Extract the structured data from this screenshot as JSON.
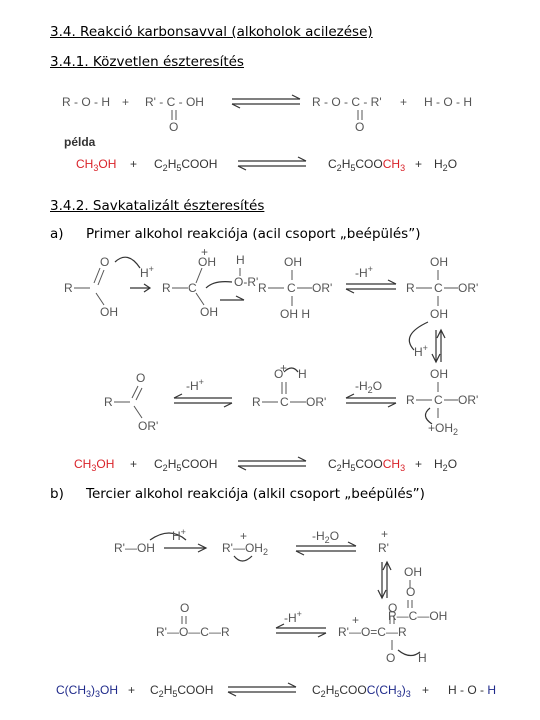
{
  "headings": {
    "h1": "3.4. Reakció karbonsavval (alkoholok acilezése)",
    "h2": "3.4.1. Közvetlen észteresítés",
    "h3": "3.4.2. Savkatalizált észteresítés",
    "a_label": "a)",
    "a_text": "Primer alkohol reakciója (acil csoport „beépülés”)",
    "b_label": "b)",
    "b_text": "Tercier alkohol reakciója (alkil csoport „beépülés”)"
  },
  "direct": {
    "r1": "R - O - H",
    "plus1": "+",
    "r2": "R' - C - OH",
    "r2_o": "O",
    "p1": "R - O - C - R'",
    "p1_o": "O",
    "plus2": "+",
    "p2": "H - O - H",
    "example_label": "példa"
  },
  "example_eq": {
    "a": "CH3OH",
    "plus": "+",
    "b": "C2H5COOH",
    "c": "C2H5COOCH3",
    "plus2": "+",
    "d": "H2O"
  },
  "mech_a": {
    "o1": "O",
    "oh1": "OH",
    "r": "R",
    "c": "C",
    "h_plus": "H",
    "plus_sign": "+",
    "h_label": "H",
    "or_prime": "OR'",
    "minus_h_plus": "-H+",
    "oh": "OH",
    "h_minus": "H",
    "minus_h2o": "-H2O",
    "oh2": "OH2"
  },
  "tert": {
    "r_oh": "R'—OH",
    "h_plus": "H+",
    "r_oh2": "R'—OH2",
    "minus_h2o": "-H2O",
    "r_plus": "R'",
    "plus": "+",
    "minus_h_plus": "-H+",
    "o": "O",
    "c": "C",
    "r": "R",
    "oh": "OH",
    "h": "H"
  },
  "tert_eq": {
    "a": "C(CH3)3OH",
    "plus": "+",
    "b": "C2H5COOH",
    "c": "C2H5COOC(CH3)3",
    "plus2": "+",
    "d": "H - O - H"
  }
}
